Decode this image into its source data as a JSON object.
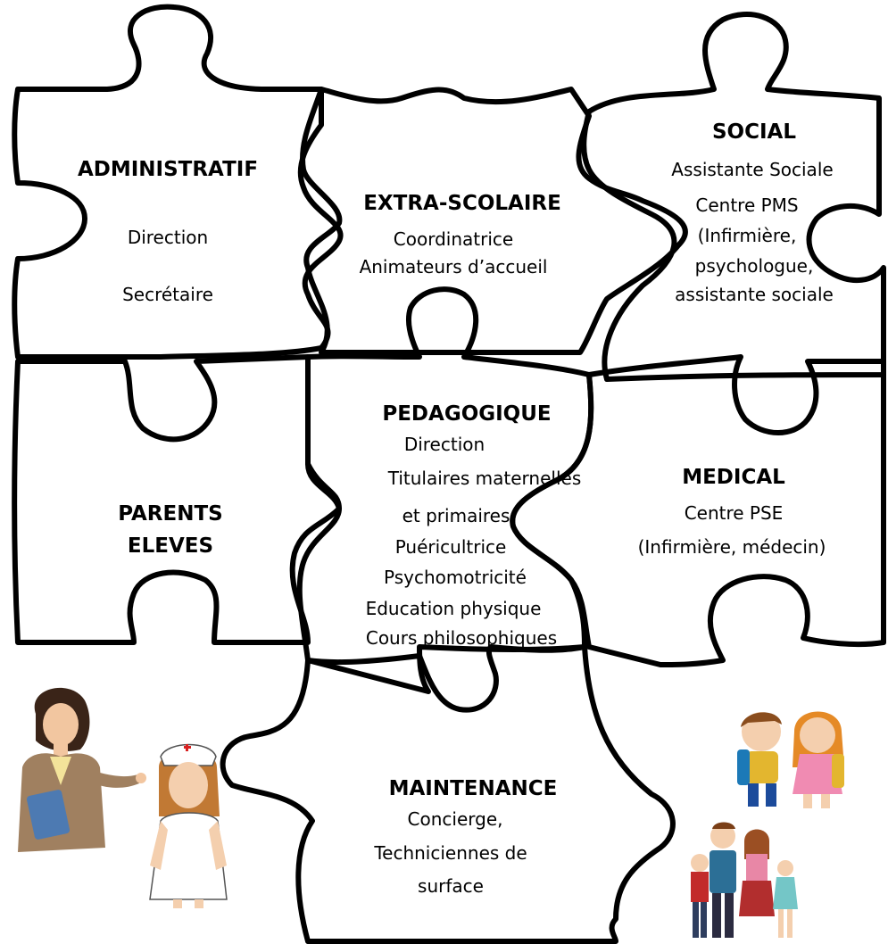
{
  "pieces": {
    "administratif": {
      "title": "ADMINISTRATIF",
      "lines": [
        "Direction",
        "Secrétaire"
      ]
    },
    "extra_scolaire": {
      "title": "EXTRA-SCOLAIRE",
      "lines": [
        "Coordinatrice",
        "Animateurs d’accueil"
      ]
    },
    "social": {
      "title": "SOCIAL",
      "lines": [
        "Assistante Sociale",
        "Centre PMS",
        "(Infirmière,",
        "psychologue,",
        "assistante sociale"
      ]
    },
    "parents_eleves": {
      "title_line1": "PARENTS",
      "title_line2": "ELEVES"
    },
    "pedagogique": {
      "title": "PEDAGOGIQUE",
      "lines": [
        "Direction",
        "Titulaires maternelles",
        "et primaires",
        "Puéricultrice",
        "Psychomotricité",
        "Education physique",
        "Cours philosophiques"
      ]
    },
    "medical": {
      "title": "MEDICAL",
      "lines": [
        "Centre PSE",
        "(Infirmière, médecin)"
      ]
    },
    "maintenance": {
      "title": "MAINTENANCE",
      "lines": [
        "Concierge,",
        "Techniciennes de",
        "surface"
      ]
    }
  },
  "illustrations": [
    "businesswoman",
    "nurse",
    "two-children",
    "family"
  ]
}
